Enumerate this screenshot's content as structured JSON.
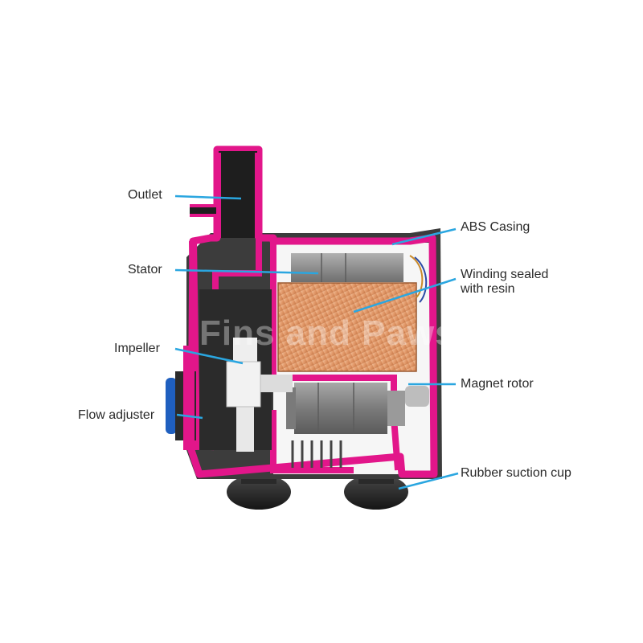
{
  "labels": {
    "outlet": "Outlet",
    "stator": "Stator",
    "impeller": "Impeller",
    "flow_adjuster": "Flow adjuster",
    "abs_casing": "ABS Casing",
    "winding_line1": "Winding sealed",
    "winding_line2": "with resin",
    "magnet_rotor": "Magnet rotor",
    "rubber_suction_cup": "Rubber suction cup"
  },
  "watermark": "Fins and Paws",
  "colors": {
    "casing": "#e2168a",
    "casing_fill": "#f3a6c9",
    "leader_line": "#2aa6e0",
    "housing_dark": "#3a3a3a",
    "winding": "#e9a77a",
    "rotor_gray": "#8a8a8a",
    "impeller_white": "#eeeeee",
    "flow_adjuster_blue": "#1f5fbf"
  }
}
